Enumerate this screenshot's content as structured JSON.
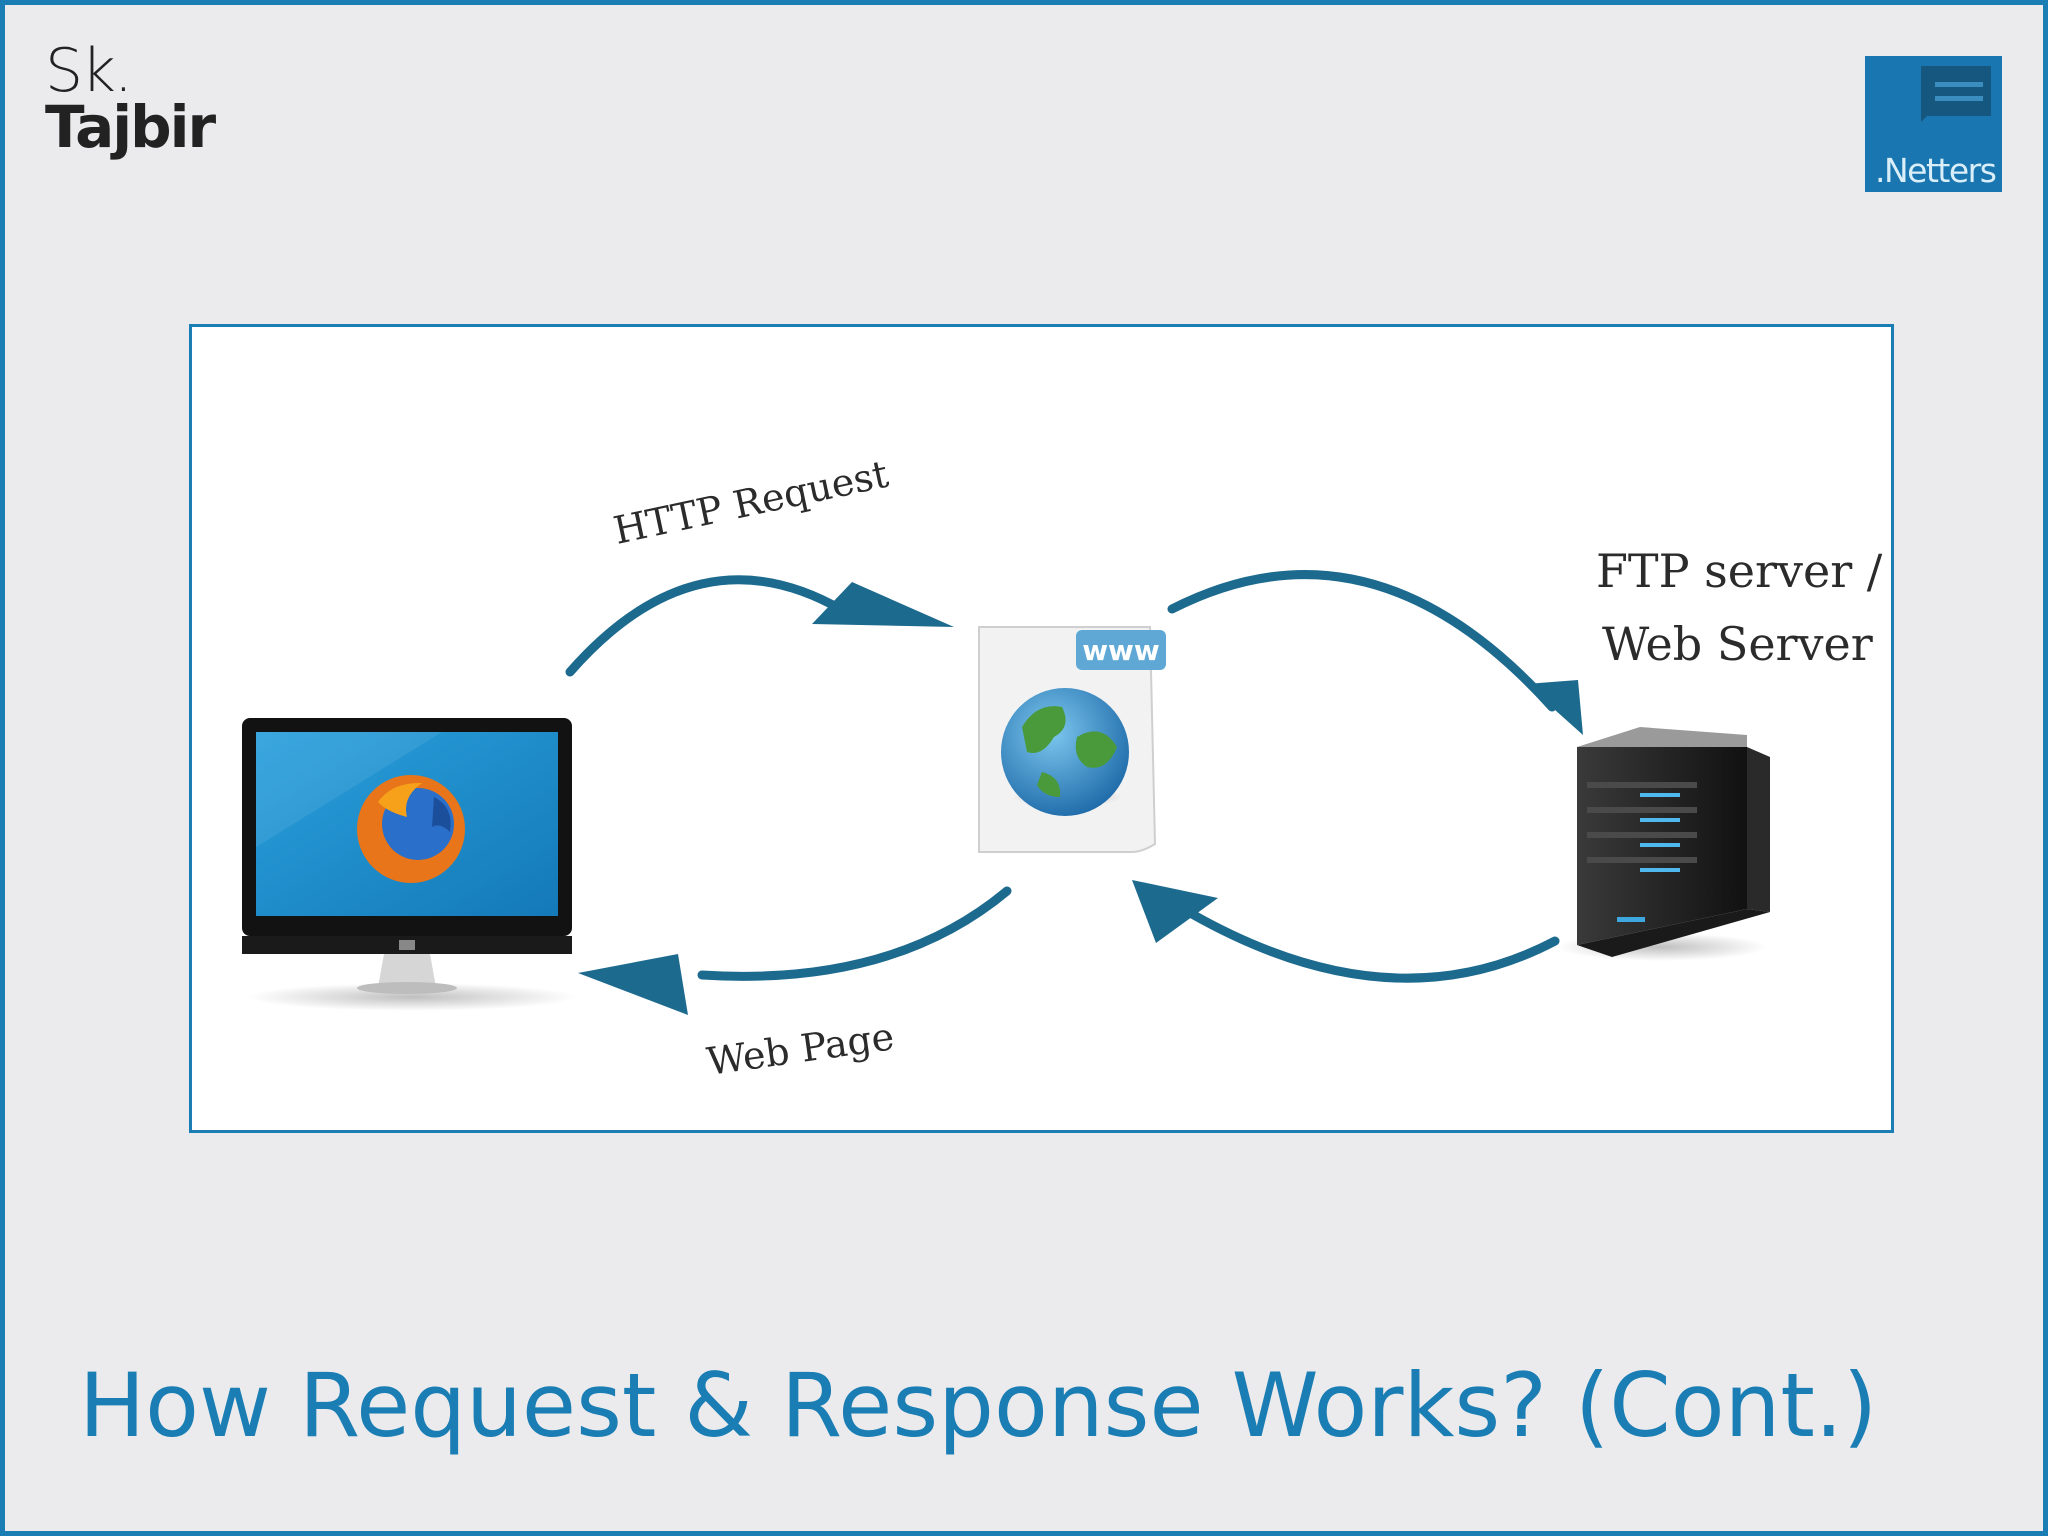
{
  "author_logo": {
    "line1": "Sk.",
    "line2": "Tajbir"
  },
  "brand_logo": {
    "label": ".Netters",
    "icon": "chat-bubble-icon"
  },
  "diagram": {
    "labels": {
      "http_request": "HTTP Request",
      "web_page": "Web Page",
      "server_line1": "FTP server /",
      "server_line2": "Web Server"
    },
    "nodes": {
      "client": "monitor-with-browser-icon",
      "webpage": "www-globe-document-icon",
      "server": "server-tower-icon"
    },
    "www_badge": "www"
  },
  "title": "How Request & Response Works? (Cont.)",
  "colors": {
    "accent": "#1a7db3",
    "arrow": "#1d6a8f",
    "background": "#ebebed"
  }
}
